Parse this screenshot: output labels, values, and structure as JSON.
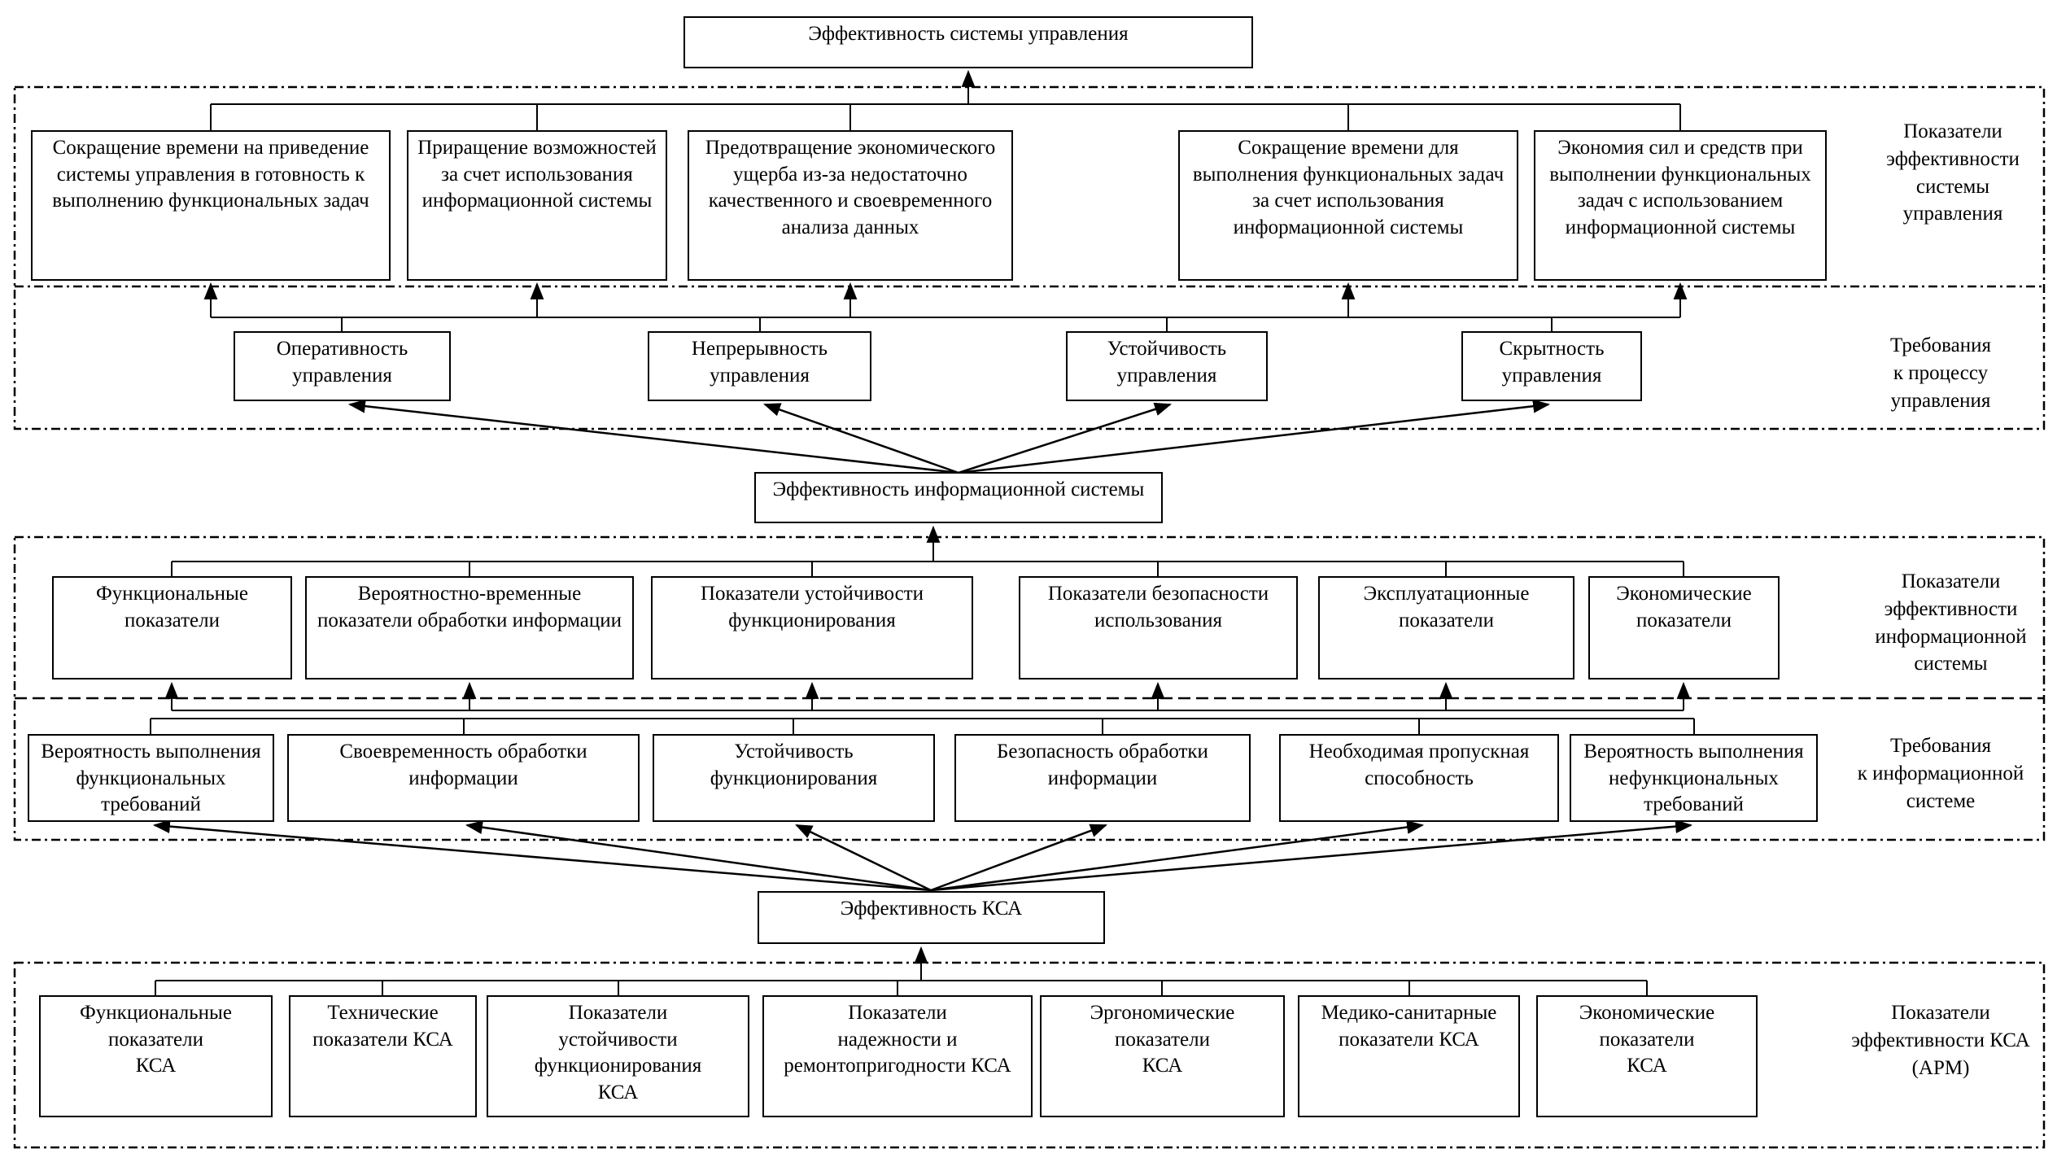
{
  "diagram": {
    "nodes": {
      "root": "Эффективность системы управления",
      "info_system": "Эффективность информационной системы",
      "ksa": "Эффективность КСА"
    },
    "row1": [
      "Сокращение времени на приведение\nсистемы управления в готовность к\nвыполнению функциональных задач",
      "Приращение возможностей\nза счет использования\nинформационной системы",
      "Предотвращение экономического\nущерба из-за недостаточно\nкачественного и своевременного\nанализа данных",
      "Сокращение времени для\nвыполнения функциональных задач\nза счет использования\nинформационной системы",
      "Экономия сил и средств при\nвыполнении функциональных\nзадач с использованием\nинформационной системы"
    ],
    "row2": [
      "Оперативность\nуправления",
      "Непрерывность\nуправления",
      "Устойчивость\nуправления",
      "Скрытность\nуправления"
    ],
    "row3": [
      "Функциональные\nпоказатели",
      "Вероятностно-временные\nпоказатели обработки информации",
      "Показатели устойчивости\nфункционирования",
      "Показатели безопасности\nиспользования",
      "Эксплуатационные\nпоказатели",
      "Экономические\nпоказатели"
    ],
    "row4": [
      "Вероятность выполнения\nфункциональных\nтребований",
      "Своевременность обработки\nинформации",
      "Устойчивость\nфункционирования",
      "Безопасность обработки\nинформации",
      "Необходимая пропускная\nспособность",
      "Вероятность выполнения\nнефункциональных\nтребований"
    ],
    "row5": [
      "Функциональные\nпоказатели\nКСА",
      "Технические\nпоказатели КСА",
      "Показатели\nустойчивости\nфункционирования\nКСА",
      "Показатели\nнадежности и\nремонтопригодности КСА",
      "Эргономические\nпоказатели\nКСА",
      "Медико-санитарные\nпоказатели КСА",
      "Экономические\nпоказатели\nКСА"
    ],
    "region_labels": [
      "Показатели\nэффективности\nсистемы\nуправления",
      "Требования\nк процессу\nуправления",
      "Показатели\nэффективности\nинформационной\nсистемы",
      "Требования\nк информационной\nсистеме",
      "Показатели\nэффективности КСА\n(АРМ)"
    ],
    "colors": {
      "line": "#000000",
      "background": "#ffffff"
    }
  }
}
